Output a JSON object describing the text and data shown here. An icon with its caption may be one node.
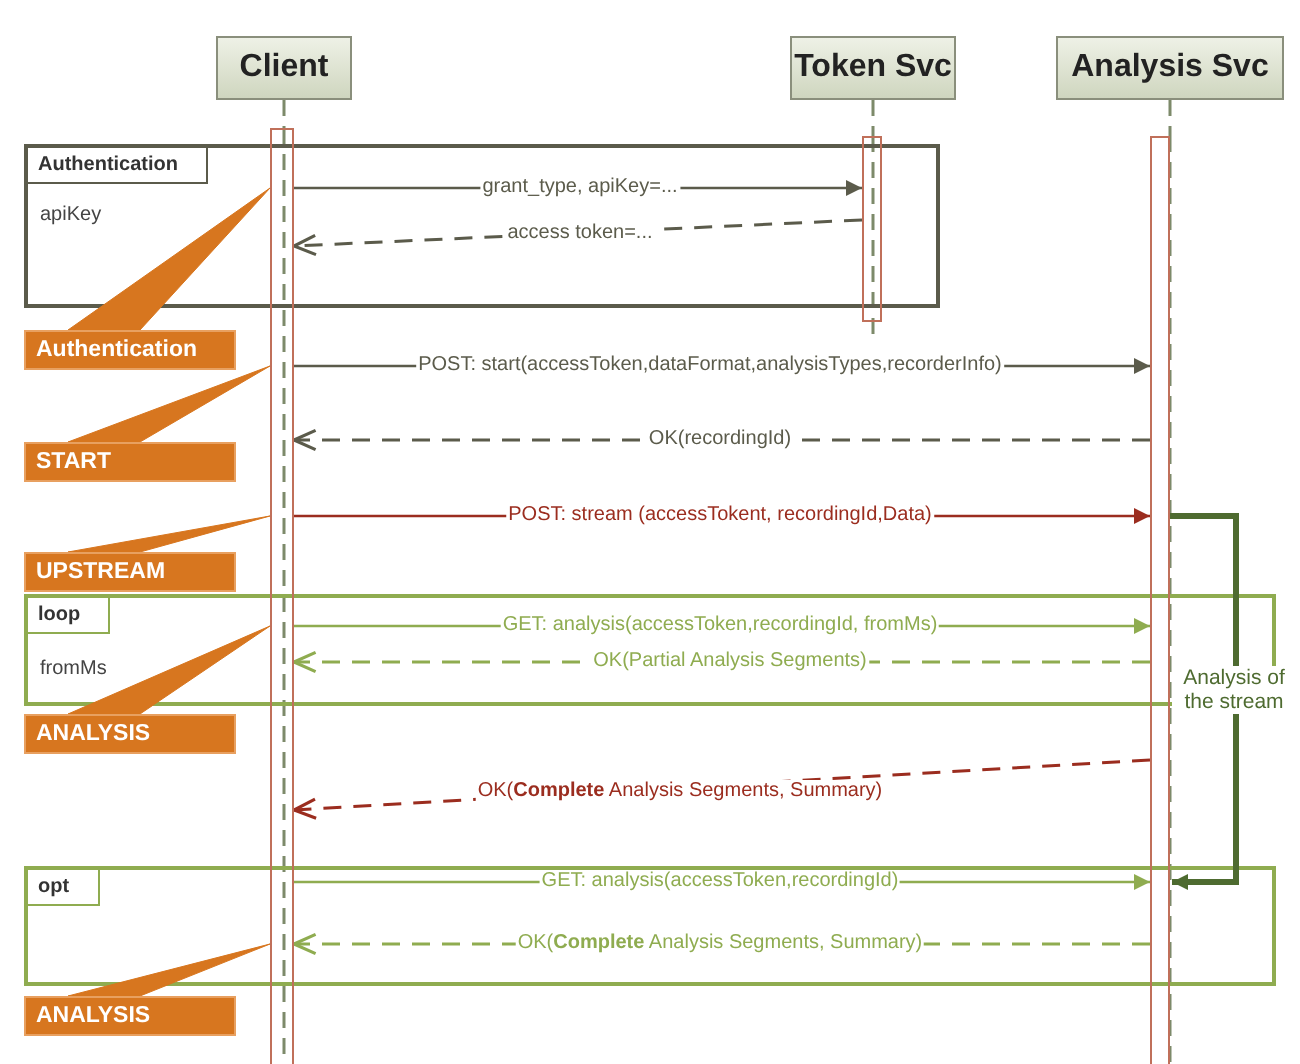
{
  "diagram": {
    "nodes": [
      {
        "text": [
          "Client"
        ]
      },
      {
        "text": [
          "Token Svc"
        ]
      },
      {
        "text": [
          "Analysis Svc"
        ]
      },
      {
        "text": [
          "Authentication",
          "apiKey"
        ]
      },
      {
        "text": [
          "loop",
          "fromMs"
        ]
      },
      {
        "text": [
          "opt"
        ]
      },
      {
        "text": [
          "Authentication"
        ]
      },
      {
        "text": [
          "START"
        ]
      },
      {
        "text": [
          "UPSTREAM"
        ]
      },
      {
        "text": [
          "ANALYSIS"
        ]
      },
      {
        "text": [
          "ANALYSIS"
        ]
      },
      {
        "text": [],
        "shape": "bar"
      },
      {
        "text": [],
        "shape": "bar"
      },
      {
        "text": [],
        "shape": "bar"
      }
    ],
    "edges": [
      {
        "from": 11,
        "to": 12,
        "arrow": "to",
        "label": "grant_type, apiKey=..."
      },
      {
        "from": 12,
        "to": 11,
        "arrow": "to",
        "label": "access token=...",
        "style": "dashed"
      },
      {
        "from": 11,
        "to": 13,
        "arrow": "to",
        "label": "POST: start(accessToken,dataFormat,analysisTypes,recorderInfo)"
      },
      {
        "from": 13,
        "to": 11,
        "arrow": "to",
        "label": "OK(recordingId)",
        "style": "dashed"
      },
      {
        "from": 11,
        "to": 13,
        "arrow": "to",
        "label": "POST: stream (accessTokent, recordingId,Data)",
        "color": "#9b2d1f"
      },
      {
        "from": 11,
        "to": 13,
        "arrow": "to",
        "label": "GET: analysis(accessToken,recordingId, fromMs)",
        "color": "#8fac50"
      },
      {
        "from": 13,
        "to": 11,
        "arrow": "to",
        "label": "OK(Partial Analysis Segments)",
        "style": "dashed",
        "color": "#8fac50"
      },
      {
        "from": 13,
        "to": 11,
        "arrow": "to",
        "label": "OK(**Complete** Analysis Segments, Summary)",
        "style": "dashed",
        "color": "#9b2d1f"
      },
      {
        "from": 11,
        "to": 13,
        "arrow": "to",
        "label": "GET: analysis(accessToken,recordingId)",
        "color": "#8fac50"
      },
      {
        "from": 13,
        "to": 11,
        "arrow": "to",
        "label": "OK(**Complete** Analysis Segments, Summary)",
        "style": "dashed",
        "color": "#8fac50"
      },
      {
        "from": 13,
        "to": 13,
        "arrow": "to",
        "label": "Analysis of the stream",
        "style": "thick",
        "color": "#4e6b30"
      },
      {
        "from": 6,
        "to": 11,
        "arrow": "none",
        "color": "#d7761f"
      },
      {
        "from": 7,
        "to": 11,
        "arrow": "none",
        "color": "#d7761f"
      },
      {
        "from": 8,
        "to": 11,
        "arrow": "none",
        "color": "#d7761f"
      },
      {
        "from": 9,
        "to": 11,
        "arrow": "none",
        "color": "#d7761f"
      },
      {
        "from": 10,
        "to": 11,
        "arrow": "none",
        "color": "#d7761f"
      },
      {
        "from": 0,
        "to": 11,
        "arrow": "none",
        "style": "dashed",
        "color": "#7d8a6a"
      },
      {
        "from": 1,
        "to": 12,
        "arrow": "none",
        "style": "dashed",
        "color": "#7d8a6a"
      },
      {
        "from": 2,
        "to": 13,
        "arrow": "none",
        "style": "dashed",
        "color": "#7d8a6a"
      }
    ]
  }
}
